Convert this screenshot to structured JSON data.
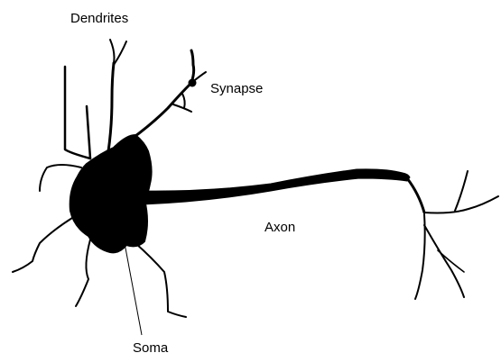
{
  "labels": {
    "dendrites": "Dendrites",
    "synapse": "Synapse",
    "axon": "Axon",
    "soma": "Soma"
  },
  "colors": {
    "background": "#ffffff",
    "ink": "#000000"
  }
}
